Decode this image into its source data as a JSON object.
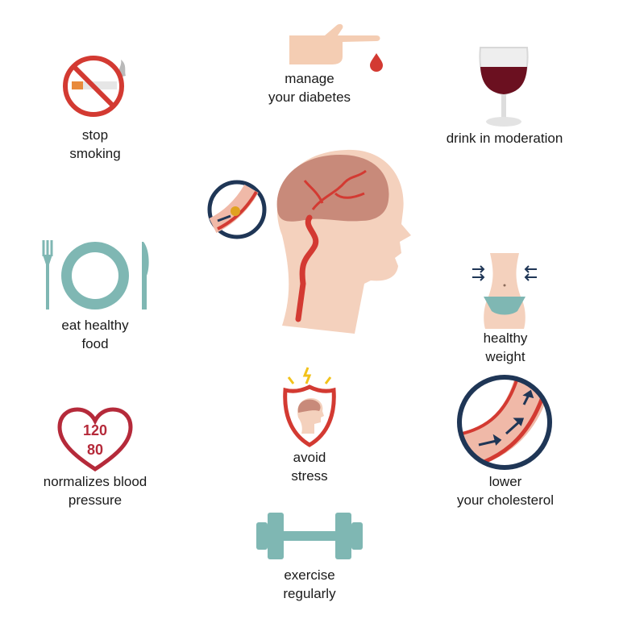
{
  "colors": {
    "red": "#d33a32",
    "teal": "#7fb7b3",
    "navy": "#1f3656",
    "skin": "#f4d1bd",
    "brain": "#c88a7a",
    "wine": "#6b1020",
    "yellow": "#f2c21b"
  },
  "items": {
    "stop_smoking": {
      "line1": "stop",
      "line2": "smoking",
      "icon": "no-smoking-icon"
    },
    "diabetes": {
      "line1": "manage",
      "line2": "your diabetes",
      "icon": "finger-blood-drop-icon"
    },
    "alcohol": {
      "line1": "drink in moderation",
      "icon": "wine-glass-icon"
    },
    "food": {
      "line1": "eat healthy",
      "line2": "food",
      "icon": "fork-plate-knife-icon"
    },
    "weight": {
      "line1": "healthy",
      "line2": "weight",
      "icon": "waist-icon"
    },
    "blood_pressure": {
      "line1": "normalizes blood",
      "line2": "pressure",
      "systolic": "120",
      "diastolic": "80",
      "icon": "heart-icon"
    },
    "stress": {
      "line1": "avoid",
      "line2": "stress",
      "icon": "shield-head-icon"
    },
    "cholesterol": {
      "line1": "lower",
      "line2": "your cholesterol",
      "icon": "artery-icon"
    },
    "exercise": {
      "line1": "exercise",
      "line2": "regularly",
      "icon": "dumbbell-icon"
    }
  },
  "center": {
    "icon": "head-brain-icon",
    "inset_icon": "blocked-artery-icon"
  }
}
